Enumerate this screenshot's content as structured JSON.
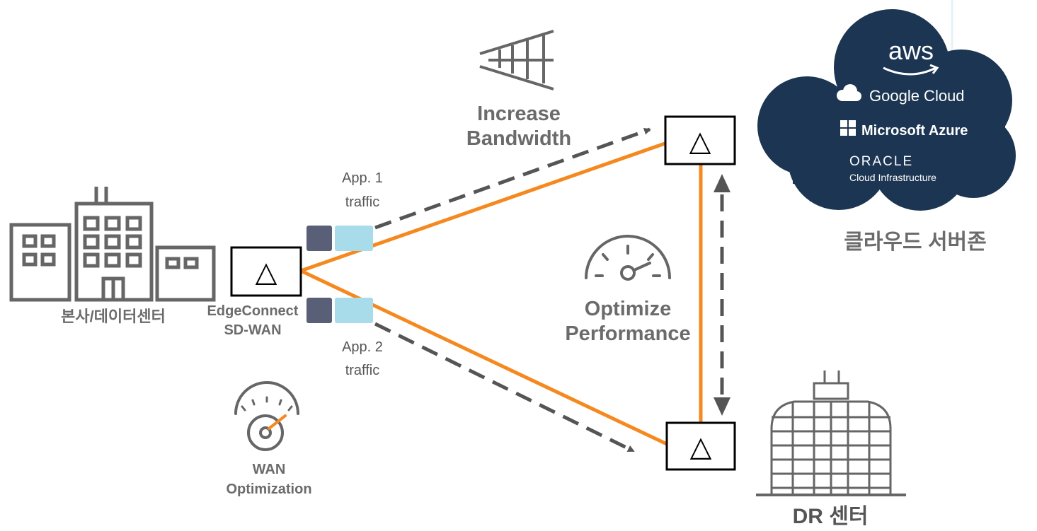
{
  "labels": {
    "hq": "본사/데이터센터",
    "edge_line1": "EdgeConnect",
    "edge_line2": "SD-WAN",
    "app1_line1": "App. 1",
    "app1_line2": "traffic",
    "app2_line1": "App. 2",
    "app2_line2": "traffic",
    "bandwidth_line1": "Increase",
    "bandwidth_line2": "Bandwidth",
    "perf_line1": "Optimize",
    "perf_line2": "Performance",
    "wan_line1": "WAN",
    "wan_line2": "Optimization",
    "cloud_zone": "클라우드 서버존",
    "dr": "DR 센터"
  },
  "cloud_providers": {
    "aws": "aws",
    "google": "Google Cloud",
    "azure": "Microsoft Azure",
    "oracle_line1": "ORACLE",
    "oracle_line2": "Cloud Infrastructure"
  },
  "node_symbol": "△",
  "colors": {
    "link": "#f5891f",
    "dashed": "#555555",
    "icon": "#666666",
    "label": "#6b6b6b",
    "cloud": "#1c3552",
    "chip_dark": "#5a5f78",
    "chip_light": "#a9dcea"
  }
}
